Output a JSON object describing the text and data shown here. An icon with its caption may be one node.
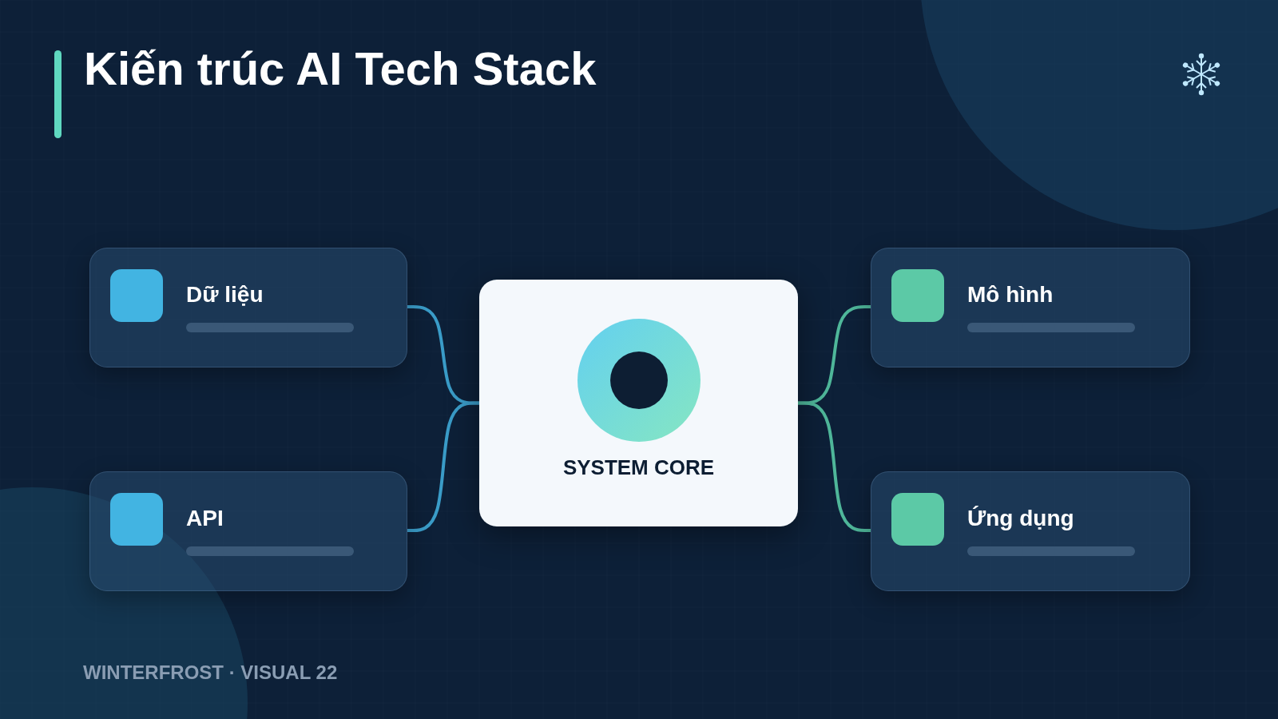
{
  "diagram": {
    "title": "Kiến trúc AI Tech Stack",
    "nodes": [
      {
        "text": [
          "Dữ liệu"
        ]
      },
      {
        "text": [
          "API"
        ]
      },
      {
        "text": [
          "SYSTEM CORE"
        ]
      },
      {
        "text": [
          "Mô hình"
        ]
      },
      {
        "text": [
          "Ứng dụng"
        ]
      }
    ],
    "edges": [
      {
        "from": 0,
        "to": 2,
        "arrow": "none",
        "color": "#3a9cc8"
      },
      {
        "from": 1,
        "to": 2,
        "arrow": "none",
        "color": "#3a9cc8"
      },
      {
        "from": 2,
        "to": 3,
        "arrow": "none",
        "color": "#4fb79a"
      },
      {
        "from": 2,
        "to": 4,
        "arrow": "none",
        "color": "#4fb79a"
      }
    ],
    "labels": [
      "WINTERFROST · VISUAL 22"
    ]
  }
}
